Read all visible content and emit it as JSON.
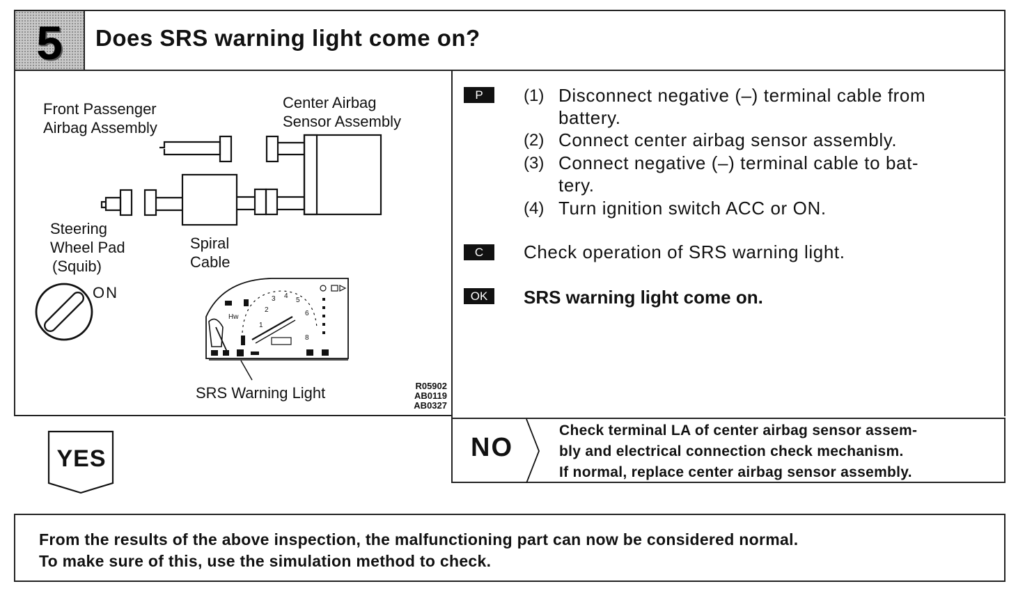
{
  "step": {
    "number": "5",
    "title": "Does SRS warning light come on?"
  },
  "diagram": {
    "labels": {
      "front_passenger_line1": "Front Passenger",
      "front_passenger_line2": "Airbag Assembly",
      "center_sensor_line1": "Center Airbag",
      "center_sensor_line2": "Sensor Assembly",
      "steering_line1": "Steering",
      "steering_line2": "Wheel Pad",
      "steering_line3": "(Squib)",
      "spiral_line1": "Spiral",
      "spiral_line2": "Cable",
      "ignition_on": "ON",
      "srs_warning_light": "SRS Warning Light"
    },
    "figure_codes": [
      "R05902",
      "AB0119",
      "AB0327"
    ]
  },
  "procedure": {
    "prep_tag": "P",
    "steps": [
      {
        "num": "(1)",
        "lines": [
          "Disconnect negative (–) terminal cable from",
          "battery."
        ]
      },
      {
        "num": "(2)",
        "lines": [
          "Connect center airbag sensor assembly."
        ]
      },
      {
        "num": "(3)",
        "lines": [
          "Connect negative (–) terminal cable to bat-",
          "tery."
        ]
      },
      {
        "num": "(4)",
        "lines": [
          "Turn ignition switch ACC or ON."
        ]
      }
    ],
    "check_tag": "C",
    "check_text": "Check operation of SRS warning light.",
    "ok_tag": "OK",
    "ok_text": "SRS warning light come on."
  },
  "branches": {
    "yes_label": "YES",
    "no_label": "NO",
    "no_text": [
      "Check terminal LA of center airbag sensor assem-",
      "bly and electrical connection check mechanism.",
      "If normal, replace center airbag sensor assembly."
    ]
  },
  "note": {
    "lines": [
      "From the results of the above inspection, the malfunctioning part can now be considered normal.",
      "To make sure of this, use the simulation method to check."
    ]
  }
}
